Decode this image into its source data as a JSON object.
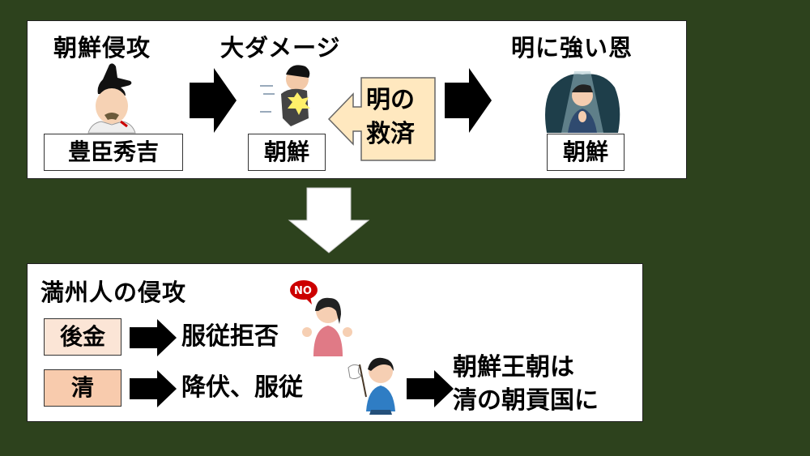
{
  "top": {
    "col1_title": "朝鮮侵攻",
    "col2_title": "大ダメージ",
    "col3_title": "明に強い恩",
    "label_hideyoshi": "豊臣秀吉",
    "label_korea_damaged": "朝鮮",
    "label_korea_grateful": "朝鮮",
    "rescue_line1": "明の",
    "rescue_line2": "救済"
  },
  "bottom": {
    "title": "満州人の侵攻",
    "row1": {
      "tag": "後金",
      "result": "服従拒否"
    },
    "row2": {
      "tag": "清",
      "result": "降伏、服従"
    },
    "conclusion_line1": "朝鮮王朝は",
    "conclusion_line2": "清の朝貢国に",
    "no_bubble": "NO"
  },
  "colors": {
    "background": "#2d421d",
    "rescue_arrow": "#ffe8bf",
    "tag_later_jin": "#fbe5d6",
    "tag_qing": "#f8cbad"
  }
}
